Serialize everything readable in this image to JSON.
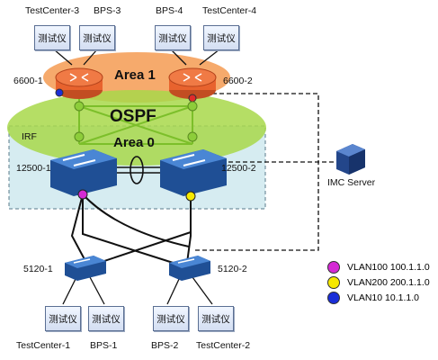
{
  "areas": {
    "area1": "Area 1",
    "ospf": "OSPF",
    "area0": "Area 0",
    "irf": "IRF"
  },
  "routers": {
    "r1": "6600-1",
    "r2": "6600-2"
  },
  "core_switches": {
    "s1": "12500-1",
    "s2": "12500-2"
  },
  "access_switches": {
    "a1": "5120-1",
    "a2": "5120-2"
  },
  "server": {
    "label": "IMC Server"
  },
  "top_devices": [
    {
      "caption": "TestCenter-3",
      "box": "测试仪"
    },
    {
      "caption": "BPS-3",
      "box": "测试仪"
    },
    {
      "caption": "BPS-4",
      "box": "测试仪"
    },
    {
      "caption": "TestCenter-4",
      "box": "测试仪"
    }
  ],
  "bottom_devices": [
    {
      "caption": "TestCenter-1",
      "box": "测试仪"
    },
    {
      "caption": "BPS-1",
      "box": "测试仪"
    },
    {
      "caption": "BPS-2",
      "box": "测试仪"
    },
    {
      "caption": "TestCenter-2",
      "box": "测试仪"
    }
  ],
  "legend": [
    {
      "label": "VLAN100 100.1.1.0",
      "color": "#d42ad4"
    },
    {
      "label": "VLAN200 200.1.1.0",
      "color": "#f5e800"
    },
    {
      "label": "VLAN10 10.1.1.0",
      "color": "#1a2ed8"
    }
  ],
  "colors": {
    "area1_fill": "#f6a564",
    "area0_fill": "#a8d84a",
    "irf_fill": "#d6ecf1",
    "router_fill": "#e8632e",
    "switch_fill": "#2f66b3"
  }
}
